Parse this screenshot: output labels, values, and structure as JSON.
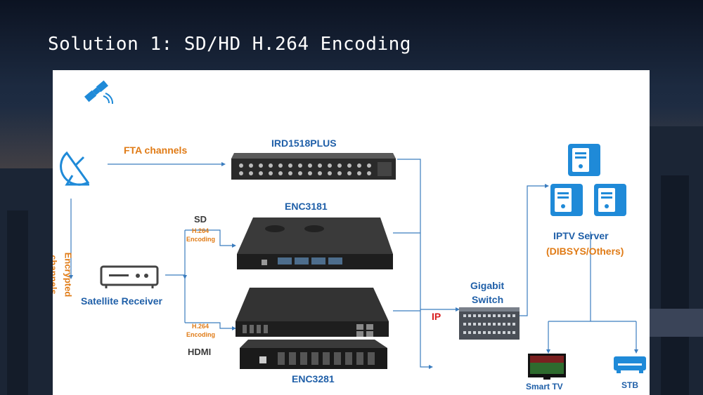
{
  "slide": {
    "title": "Solution 1: SD/HD H.264 Encoding"
  },
  "diagram": {
    "devices": {
      "ird": "IRD1518PLUS",
      "enc3181": "ENC3181",
      "enc3281": "ENC3281",
      "satellite_receiver": "Satellite Receiver",
      "switch_line1": "Gigabit",
      "switch_line2": "Switch",
      "iptv_line1": "IPTV Server",
      "iptv_line2": "(DIBSYS/Others)",
      "smart_tv": "Smart TV",
      "stb": "STB"
    },
    "links": {
      "fta": "FTA channels",
      "encrypted_line1": "Encrypted",
      "encrypted_line2": "channels",
      "sd": "SD",
      "hdmi": "HDMI",
      "h264_top_1": "H.264",
      "h264_top_2": "Encoding",
      "h264_bot_1": "H.264",
      "h264_bot_2": "Encoding",
      "ip": "IP"
    },
    "colors": {
      "line": "#3b7dbf",
      "icon": "#1f8ad8",
      "label_blue": "#1f5fa8",
      "label_orange": "#e07b16",
      "ip_red": "#d81e1e"
    }
  }
}
